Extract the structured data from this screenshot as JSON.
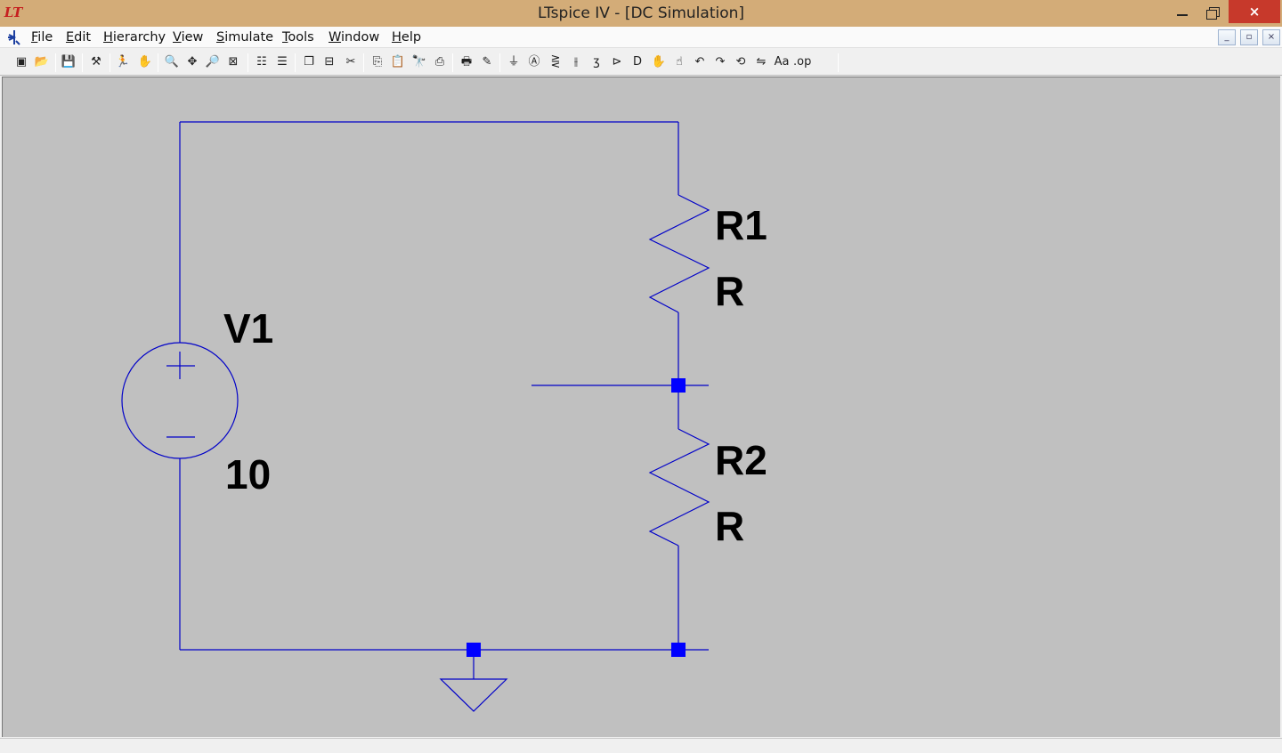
{
  "window": {
    "logo_text": "LT",
    "title": "LTspice IV - [DC Simulation]",
    "minimize_label": "",
    "close_label": "×"
  },
  "menu": {
    "items": [
      {
        "label": "File",
        "key": "F"
      },
      {
        "label": "Edit",
        "key": "E"
      },
      {
        "label": "Hierarchy",
        "key": "H"
      },
      {
        "label": "View",
        "key": "V"
      },
      {
        "label": "Simulate",
        "key": "S"
      },
      {
        "label": "Tools",
        "key": "T"
      },
      {
        "label": "Window",
        "key": "W"
      },
      {
        "label": "Help",
        "key": "H"
      }
    ],
    "mdi": {
      "minimize": "_",
      "restore": "▫",
      "close": "×"
    }
  },
  "toolbar": {
    "buttons": [
      "new-schematic",
      "open",
      "save",
      "control-panel",
      "run",
      "halt",
      "zoom-in",
      "pan",
      "zoom-out",
      "zoom-fit",
      "tile-vertical",
      "tile-horizontal",
      "cascade",
      "close-all",
      "cut",
      "copy",
      "paste",
      "find",
      "print-setup",
      "print",
      "draw-wire",
      "ground",
      "label-net",
      "resistor",
      "capacitor",
      "inductor",
      "diode",
      "component",
      "move",
      "drag",
      "undo",
      "redo",
      "rotate",
      "mirror",
      "text",
      "spice-directive"
    ],
    "glyphs": {
      "new-schematic": "▣",
      "open": "📂",
      "save": "💾",
      "control-panel": "⚒",
      "run": "🏃",
      "halt": "✋",
      "zoom-in": "🔍",
      "pan": "✥",
      "zoom-out": "🔎",
      "zoom-fit": "⊠",
      "tile-vertical": "☷",
      "tile-horizontal": "☰",
      "cascade": "❐",
      "close-all": "⊟",
      "cut": "✂",
      "copy": "⎘",
      "paste": "📋",
      "find": "🔭",
      "print-setup": "⎙",
      "print": "🖶",
      "draw-wire": "✎",
      "ground": "⏚",
      "label-net": "Ⓐ",
      "resistor": "⋛",
      "capacitor": "⫲",
      "inductor": "ʒ",
      "diode": "⊳",
      "component": "D",
      "move": "✋",
      "drag": "☝",
      "undo": "↶",
      "redo": "↷",
      "rotate": "⟲",
      "mirror": "⇋",
      "text": "Aa",
      "spice-directive": ".op"
    }
  },
  "schematic": {
    "wire_color": "#0000c8",
    "junction_color": "#0000ff",
    "background": "#c0c0c0",
    "components": {
      "v1": {
        "name": "V1",
        "value": "10",
        "plus": "+",
        "minus": "−"
      },
      "r1": {
        "name": "R1",
        "value": "R"
      },
      "r2": {
        "name": "R2",
        "value": "R"
      }
    }
  }
}
